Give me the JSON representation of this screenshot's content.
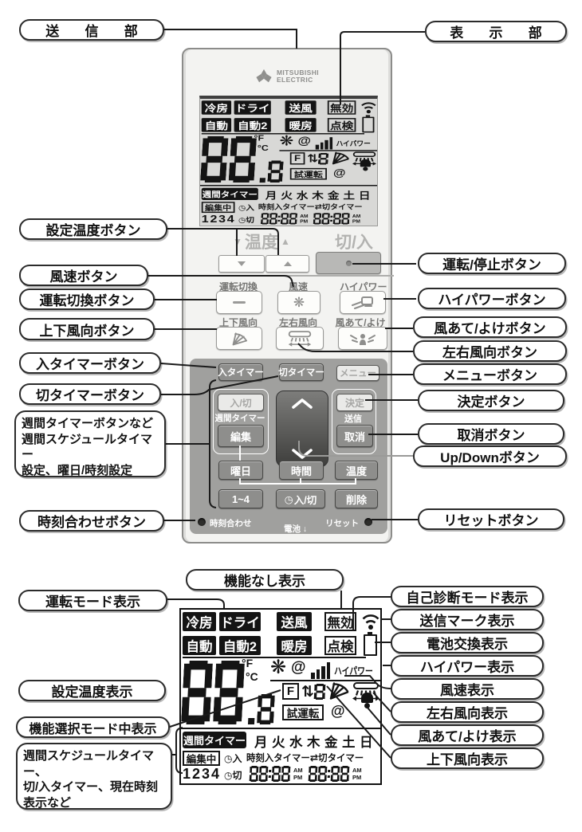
{
  "callouts": {
    "transmitter": "送信部",
    "display_section": "表示部",
    "left": [
      "設定温度ボタン",
      "風速ボタン",
      "運転切換ボタン",
      "上下風向ボタン",
      "入タイマーボタン",
      "切タイマーボタン",
      "時刻合わせボタン"
    ],
    "left_group_lines": [
      "週間タイマーボタンなど",
      "週間スケジュールタイマー",
      "設定、曜日/時刻設定"
    ],
    "right": [
      "運転/停止ボタン",
      "ハイパワーボタン",
      "風あて/よけボタン",
      "左右風向ボタン",
      "メニューボタン",
      "決定ボタン",
      "取消ボタン",
      "Up/Downボタン",
      "リセットボタン"
    ],
    "bottom_left": [
      "機能なし表示",
      "運転モード表示",
      "設定温度表示",
      "機能選択モード中表示"
    ],
    "bottom_group_lines": [
      "週間スケジュールタイマー、",
      "切/入タイマー、現在時刻",
      "表示など"
    ],
    "bottom_right": [
      "自己診断モード表示",
      "送信マーク表示",
      "電池交換表示",
      "ハイパワー表示",
      "風速表示",
      "左右風向表示",
      "風あて/よけ表示",
      "上下風向表示"
    ]
  },
  "remote": {
    "brand1": "MITSUBISHI",
    "brand2": "ELECTRIC",
    "temp_down": "▼",
    "temp_label": "温度",
    "temp_up": "▲",
    "power_label": "切/入",
    "row1_labels": [
      "運転切換",
      "風速",
      "ハイパワー"
    ],
    "row2_labels": [
      "上下風向",
      "左右風向",
      "風あて/よけ"
    ],
    "timer_on": "入タイマー",
    "timer_off": "切タイマー",
    "menu": "メニュー",
    "weekly_onoff": "入/切",
    "weekly_label": "週間タイマー",
    "edit": "編集",
    "decide": "決定",
    "send": "送信",
    "cancel": "取消",
    "day": "曜日",
    "time": "時間",
    "temp": "温度",
    "one_four": "1~4",
    "timer_onoff": "入/切",
    "delete": "削除",
    "clock_set": "時刻合わせ",
    "battery": "電池 ↓",
    "reset": "リセット"
  },
  "display": {
    "mode_cool": "冷房",
    "mode_dry": "ドライ",
    "mode_fan": "送風",
    "invalid": "無効",
    "mode_auto": "自動",
    "mode_auto2": "自動2",
    "mode_heat": "暖房",
    "check": "点検",
    "temp_value": "88.8",
    "deg_f": "°F",
    "deg_c": "°C",
    "hipower": "ハイパワー",
    "f_mark": "F",
    "vane_updown": "⇅",
    "vane_num": "8",
    "trial": "試運転",
    "weekly_timer": "週間タイマー",
    "days": "月火水木金土日",
    "editing": "編集中",
    "on": "入",
    "off": "切",
    "timer_line": "時刻入タイマー",
    "swap_arrow": "⇄",
    "timer_line2": "切タイマー",
    "numbers": "1234",
    "time1": "88:88",
    "time2": "88:88",
    "am": "AM",
    "pm": "PM"
  }
}
